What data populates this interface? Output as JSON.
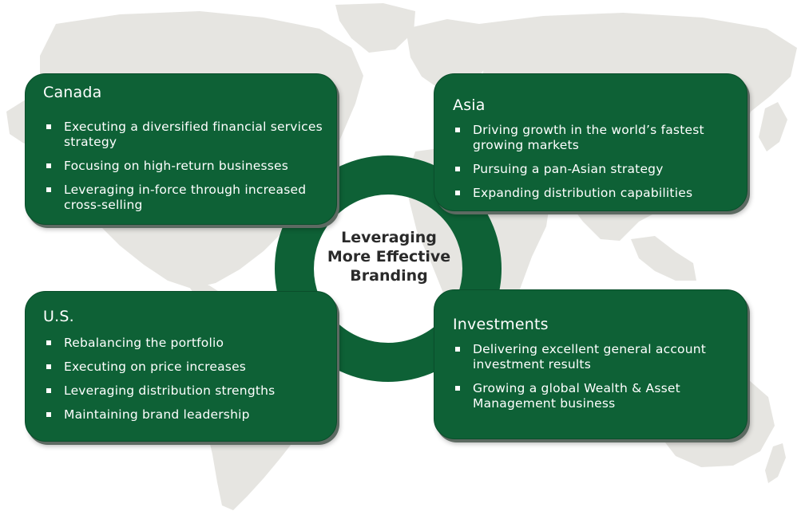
{
  "center": {
    "line1": "Leveraging",
    "line2": "More Effective",
    "line3": "Branding"
  },
  "canada": {
    "title": "Canada",
    "items": [
      "Executing a diversified financial services strategy",
      "Focusing on high-return businesses",
      "Leveraging in-force through increased cross-selling"
    ]
  },
  "asia": {
    "title": "Asia",
    "items": [
      "Driving growth in the world’s fastest growing markets",
      "Pursuing a pan-Asian strategy",
      "Expanding distribution capabilities"
    ]
  },
  "us": {
    "title": "U.S.",
    "items": [
      "Rebalancing the portfolio",
      "Executing on price increases",
      "Leveraging distribution strengths",
      "Maintaining brand leadership"
    ]
  },
  "investments": {
    "title": "Investments",
    "items": [
      "Delivering excellent general account investment results",
      "Growing a global Wealth & Asset Management business"
    ]
  },
  "colors": {
    "card_green": "#0e6136",
    "map_gray": "#e6e5e1",
    "text_dark": "#2a2a2a"
  }
}
